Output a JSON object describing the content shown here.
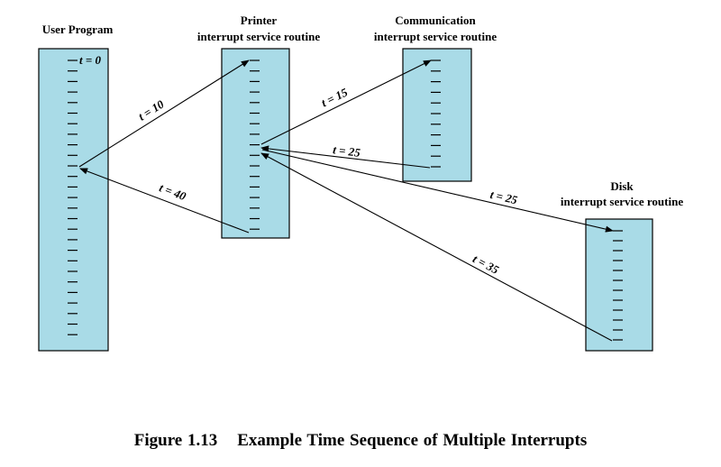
{
  "labels": {
    "user_program": "User Program",
    "printer_line1": "Printer",
    "printer_line2": "interrupt service routine",
    "comm_line1": "Communication",
    "comm_line2": "interrupt service routine",
    "disk_line1": "Disk",
    "disk_line2": "interrupt service routine",
    "t0": "t = 0"
  },
  "arrows": [
    {
      "from": "user_program",
      "to": "printer",
      "label": "t = 10"
    },
    {
      "from": "printer",
      "to": "communication",
      "label": "t = 15"
    },
    {
      "from": "communication",
      "to": "printer",
      "label": "t = 25"
    },
    {
      "from": "printer",
      "to": "disk",
      "label": "t = 25"
    },
    {
      "from": "disk",
      "to": "printer",
      "label": "t = 35"
    },
    {
      "from": "printer",
      "to": "user_program",
      "label": "t = 40"
    }
  ],
  "caption": {
    "number": "Figure 1.13",
    "title": "Example Time Sequence of Multiple Interrupts"
  },
  "colors": {
    "column_fill": "#a9dbe7"
  }
}
